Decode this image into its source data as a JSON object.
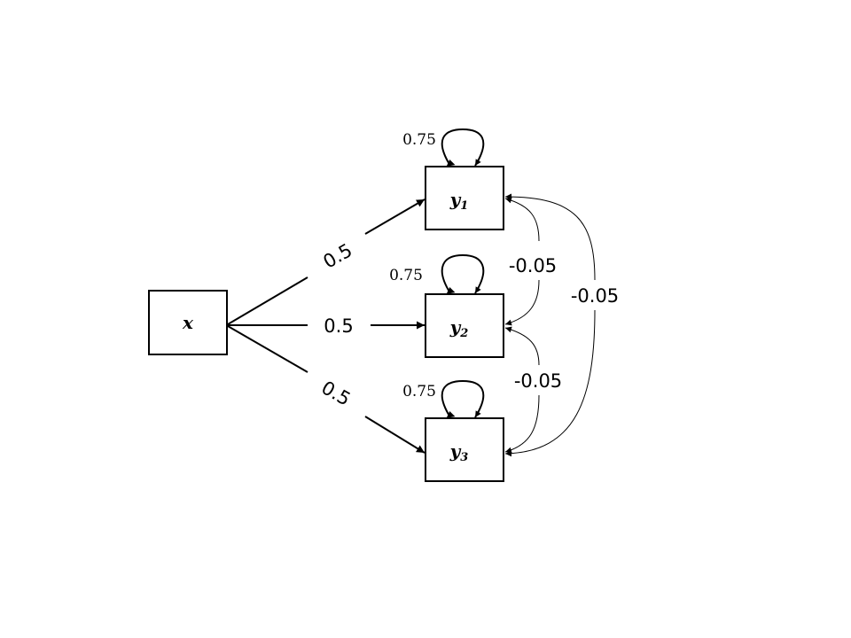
{
  "nodes": {
    "x": {
      "label": "x",
      "subscript": ""
    },
    "y1": {
      "label": "y",
      "subscript": "1"
    },
    "y2": {
      "label": "y",
      "subscript": "2"
    },
    "y3": {
      "label": "y",
      "subscript": "3"
    }
  },
  "paths": {
    "x_y1": "0.5",
    "x_y2": "0.5",
    "x_y3": "0.5"
  },
  "variances": {
    "y1": "0.75",
    "y2": "0.75",
    "y3": "0.75"
  },
  "covariances": {
    "y1_y2": "-0.05",
    "y2_y3": "-0.05",
    "y1_y3": "-0.05"
  },
  "colors": {
    "stroke": "#000000",
    "background": "#ffffff"
  }
}
